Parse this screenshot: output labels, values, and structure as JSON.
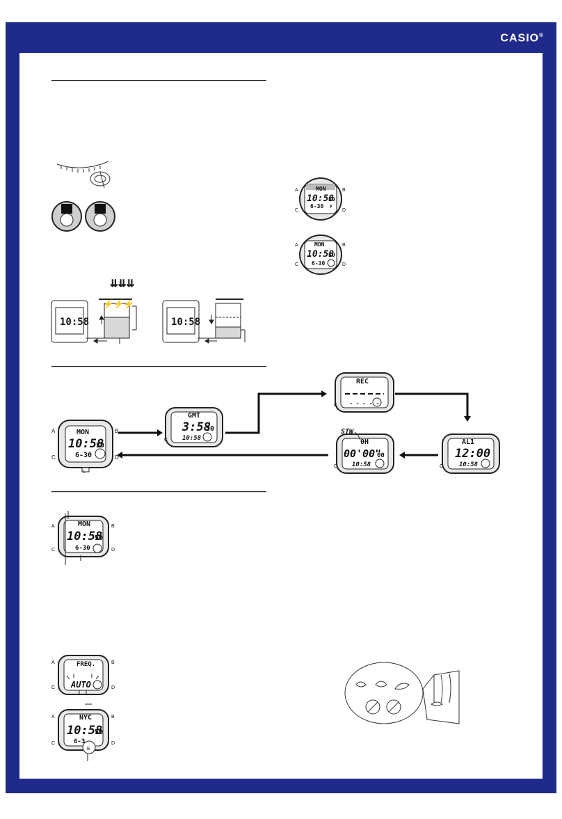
{
  "brand": {
    "name": "CASIO",
    "mark": "®"
  },
  "watches": {
    "button_a": "A",
    "button_b": "B",
    "button_c": "C",
    "button_d": "D",
    "crown": "L",
    "right_top": {
      "day": "MON",
      "time": "10:58",
      "seconds": "50",
      "date": "6-30",
      "pm": "P"
    },
    "right_bottom": {
      "day": "MON",
      "time": "10:58",
      "seconds": "50",
      "date": "6-30"
    },
    "charge_left": {
      "time": "10:58"
    },
    "charge_right": {
      "time": "10:58"
    },
    "cycle_timekeeping": {
      "day": "MON",
      "time": "10:58",
      "seconds": "50",
      "date": "6-30"
    },
    "cycle_gmt": {
      "label": "GMT",
      "time": "3:58",
      "seconds": "50",
      "sub_time": "10:58"
    },
    "cycle_rec": {
      "label": "REC",
      "dashes": "- - - - -"
    },
    "cycle_alarm": {
      "label": "AL1",
      "time": "12:00",
      "sub_time": "10:58"
    },
    "cycle_stopwatch": {
      "callout": "STW",
      "label": "0H",
      "time": "00'00\"",
      "seconds": "00",
      "sub_time": "10:58"
    },
    "detail_timekeeping": {
      "day": "MON",
      "time": "10:58",
      "seconds": "50",
      "date": "6-30"
    },
    "freq": {
      "label": "FREQ.",
      "value": "AUTO"
    },
    "nyc": {
      "label": "NYC",
      "time": "10:58",
      "seconds": "50",
      "date": "6-3",
      "callout": "E"
    }
  }
}
